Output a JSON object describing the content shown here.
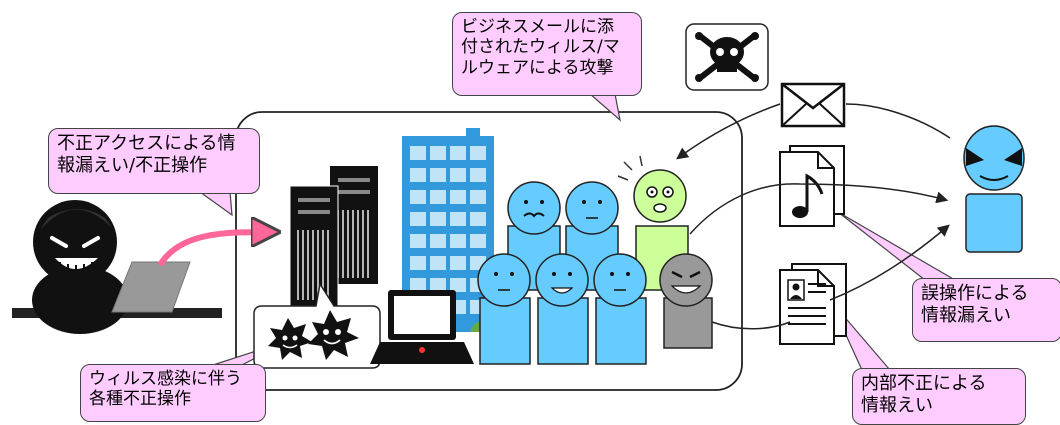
{
  "diagram": {
    "callouts": {
      "email_virus": "ビジネスメールに添\n付されたウィルス/マ\nルウェアによる攻撃",
      "unauthorized_access": "不正アクセスによる情\n報漏えい/不正操作",
      "virus_infection": "ウィルス感染に伴う\n各種不正操作",
      "misoperation": "誤操作による\n情報漏えい",
      "insider_fraud": "内部不正による\n情報えい"
    },
    "icons": [
      "hacker-icon",
      "laptop-icon",
      "server-icon",
      "office-building-icon",
      "employee-icon",
      "virus-icon",
      "skull-crossbones-icon",
      "envelope-icon",
      "music-document-icon",
      "personal-record-document-icon",
      "blue-devil-icon"
    ],
    "colors": {
      "callout_fill": "#ffccff",
      "arrow_pink": "#ff6699",
      "person_blue": "#66ccff",
      "anxious_green": "#ccff99",
      "insider_gray": "#999999",
      "building_blue": "#3399dd"
    }
  }
}
